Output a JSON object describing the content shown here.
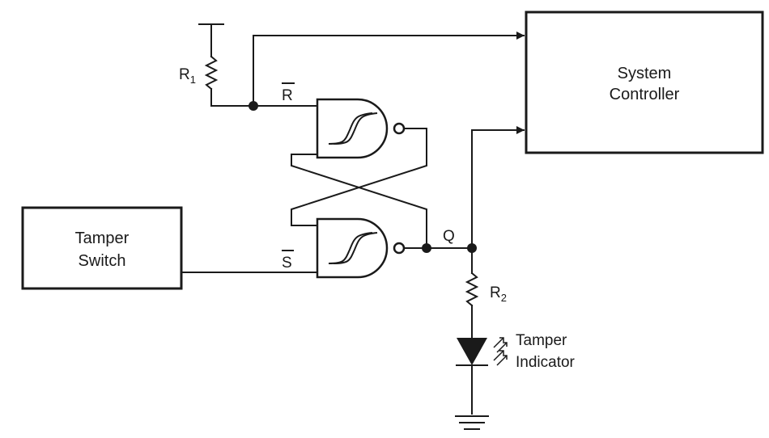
{
  "blocks": {
    "system_controller": {
      "line1": "System",
      "line2": "Controller"
    },
    "tamper_switch": {
      "line1": "Tamper",
      "line2": "Switch"
    }
  },
  "labels": {
    "r1_main": "R",
    "r1_sub": "1",
    "r2_main": "R",
    "r2_sub": "2",
    "r_bar": "R",
    "s_bar": "S",
    "q": "Q",
    "led_line1": "Tamper",
    "led_line2": "Indicator"
  },
  "colors": {
    "stroke": "#1a1a1a",
    "background": "#ffffff"
  }
}
